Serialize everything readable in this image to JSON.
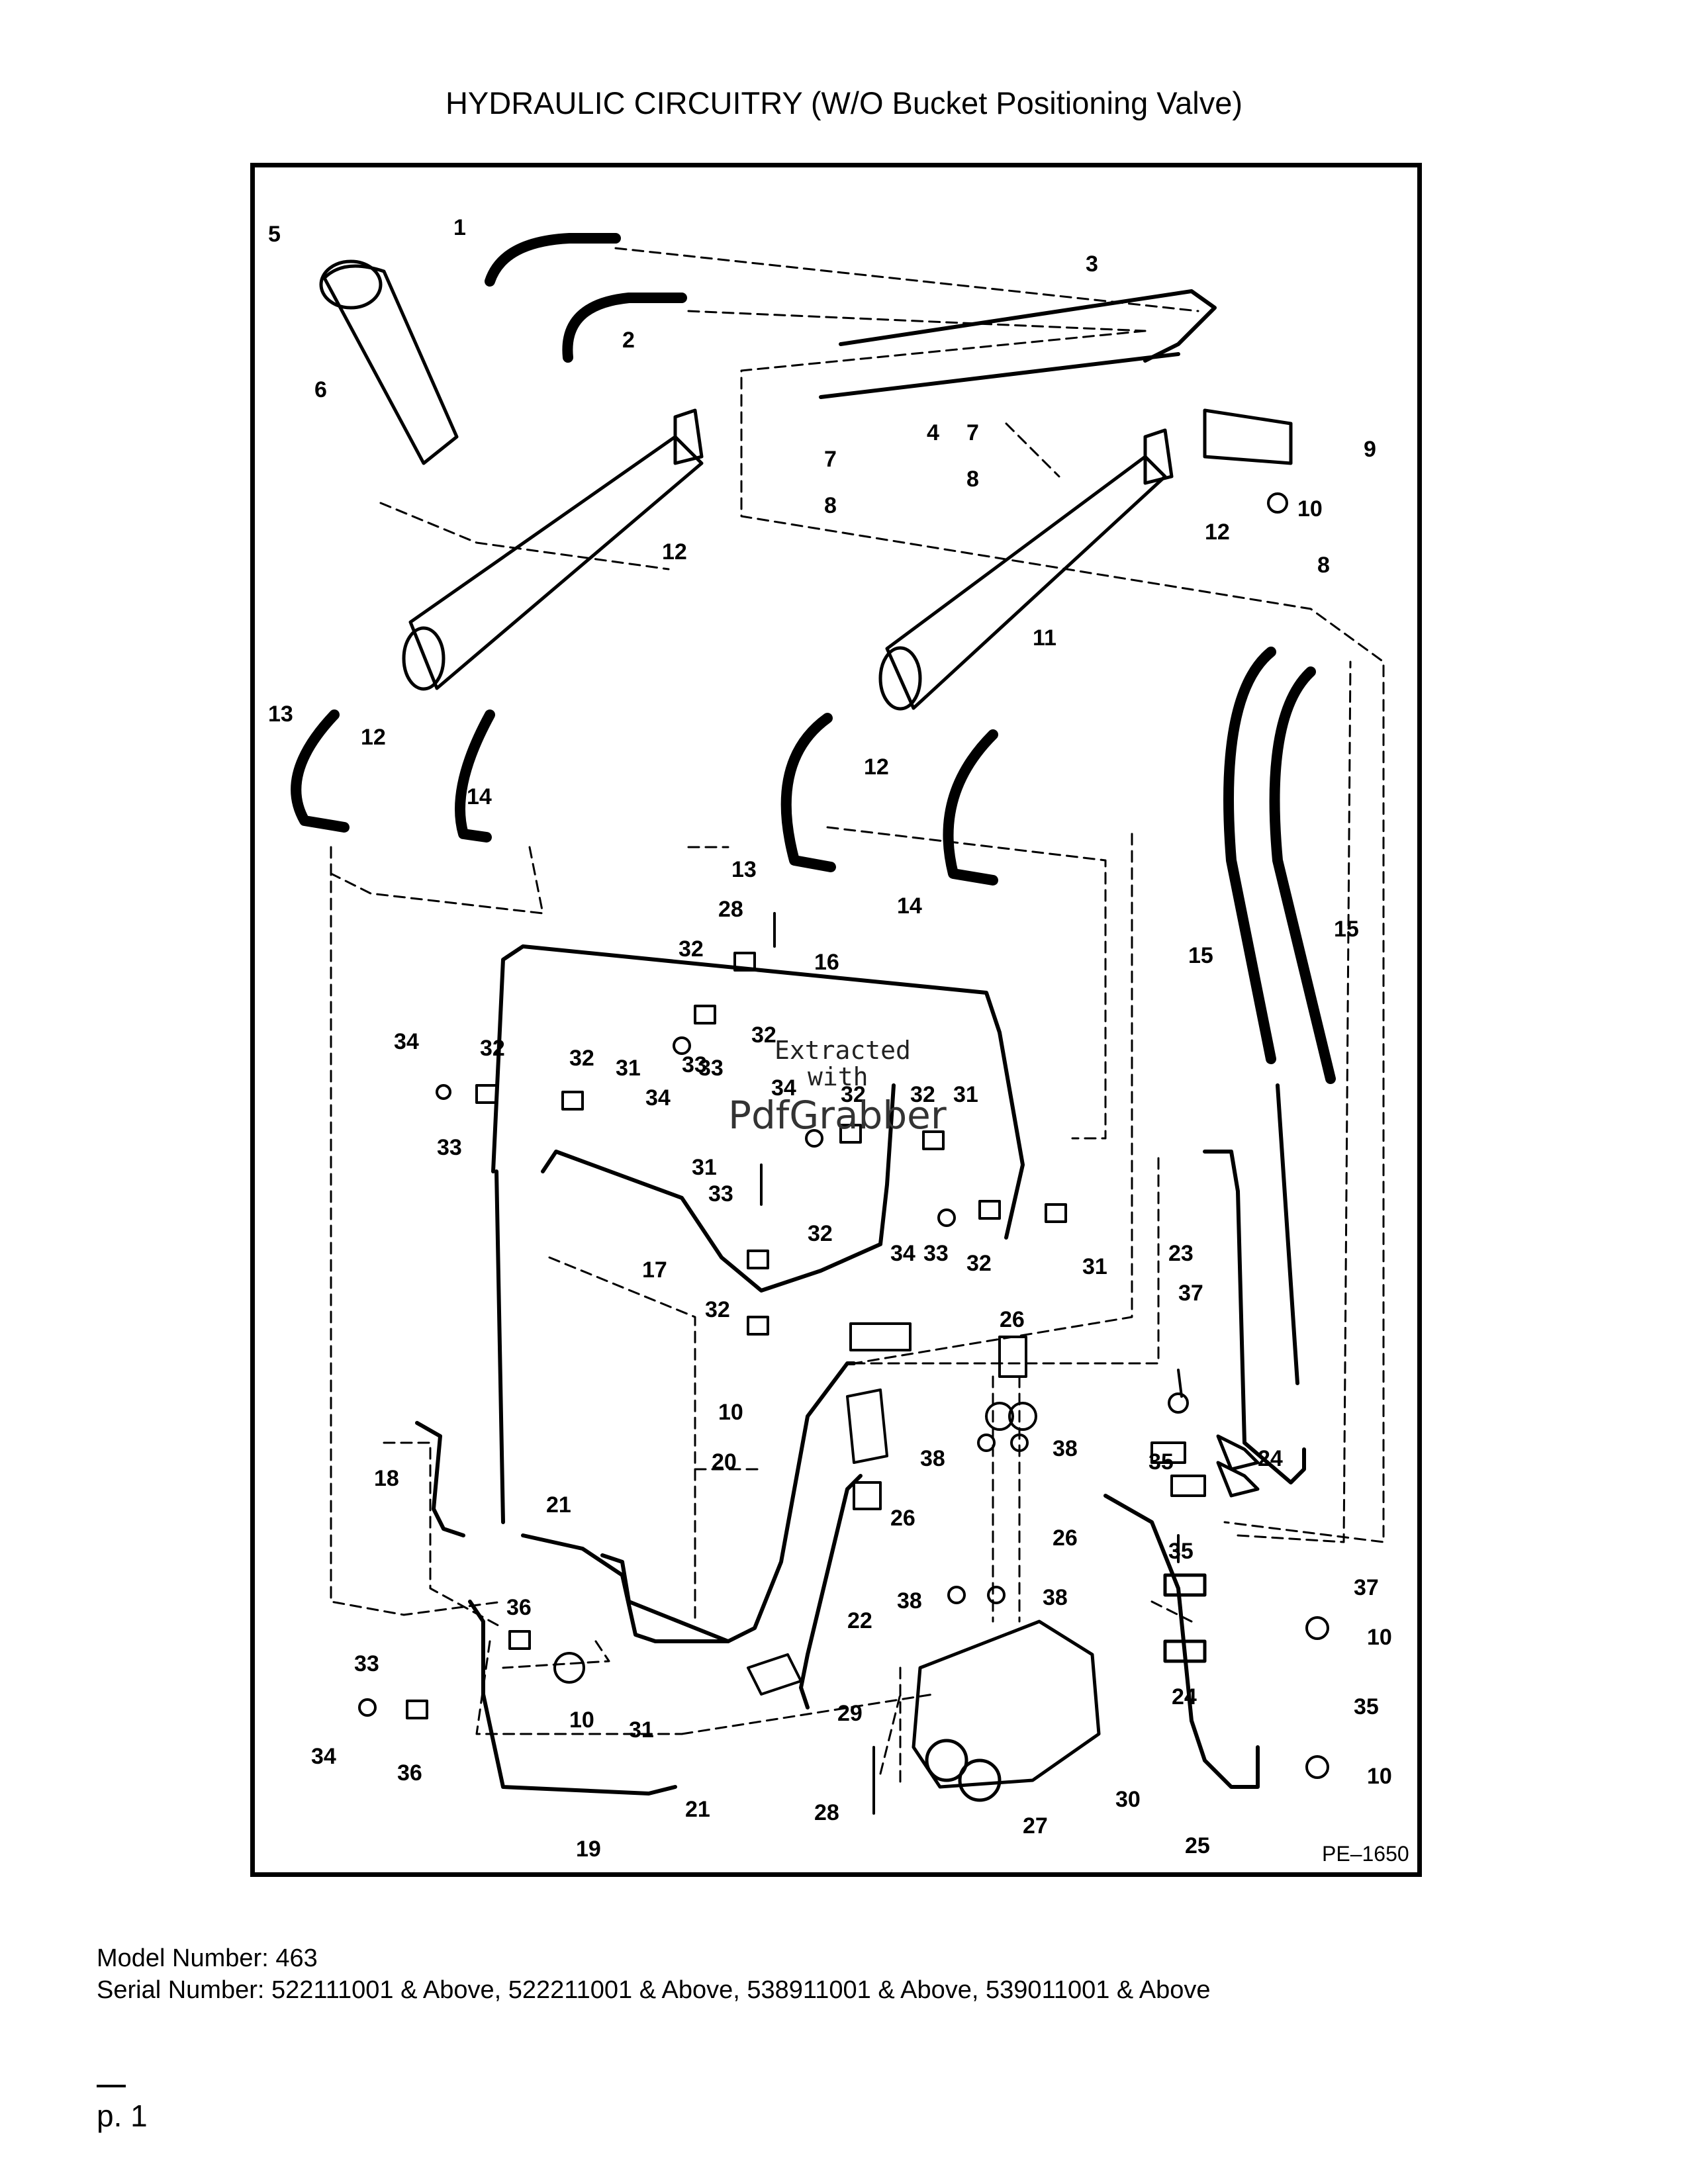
{
  "title": "HYDRAULIC CIRCUITRY (W/O Bucket Positioning Valve)",
  "diagram": {
    "reference_code": "PE–1650",
    "watermark": [
      "Extracted",
      "with",
      "PdfGrabber"
    ],
    "callouts": [
      {
        "label": "1"
      },
      {
        "label": "2"
      },
      {
        "label": "3"
      },
      {
        "label": "4"
      },
      {
        "label": "5"
      },
      {
        "label": "6"
      },
      {
        "label": "7"
      },
      {
        "label": "7"
      },
      {
        "label": "8"
      },
      {
        "label": "8"
      },
      {
        "label": "8"
      },
      {
        "label": "9"
      },
      {
        "label": "10"
      },
      {
        "label": "11"
      },
      {
        "label": "12"
      },
      {
        "label": "12"
      },
      {
        "label": "12"
      },
      {
        "label": "12"
      },
      {
        "label": "13"
      },
      {
        "label": "13"
      },
      {
        "label": "14"
      },
      {
        "label": "14"
      },
      {
        "label": "15"
      },
      {
        "label": "15"
      },
      {
        "label": "16"
      },
      {
        "label": "17"
      },
      {
        "label": "18"
      },
      {
        "label": "19"
      },
      {
        "label": "20"
      },
      {
        "label": "21"
      },
      {
        "label": "21"
      },
      {
        "label": "22"
      },
      {
        "label": "23"
      },
      {
        "label": "24"
      },
      {
        "label": "24"
      },
      {
        "label": "25"
      },
      {
        "label": "26"
      },
      {
        "label": "26"
      },
      {
        "label": "26"
      },
      {
        "label": "27"
      },
      {
        "label": "28"
      },
      {
        "label": "28"
      },
      {
        "label": "29"
      },
      {
        "label": "30"
      },
      {
        "label": "31"
      },
      {
        "label": "31"
      },
      {
        "label": "31"
      },
      {
        "label": "31"
      },
      {
        "label": "31"
      },
      {
        "label": "32"
      },
      {
        "label": "32"
      },
      {
        "label": "32"
      },
      {
        "label": "32"
      },
      {
        "label": "32"
      },
      {
        "label": "32"
      },
      {
        "label": "32"
      },
      {
        "label": "32"
      },
      {
        "label": "32"
      },
      {
        "label": "33"
      },
      {
        "label": "33"
      },
      {
        "label": "33"
      },
      {
        "label": "33"
      },
      {
        "label": "33"
      },
      {
        "label": "33"
      },
      {
        "label": "34"
      },
      {
        "label": "34"
      },
      {
        "label": "34"
      },
      {
        "label": "34"
      },
      {
        "label": "34"
      },
      {
        "label": "35"
      },
      {
        "label": "35"
      },
      {
        "label": "35"
      },
      {
        "label": "36"
      },
      {
        "label": "36"
      },
      {
        "label": "37"
      },
      {
        "label": "37"
      },
      {
        "label": "38"
      },
      {
        "label": "38"
      },
      {
        "label": "38"
      },
      {
        "label": "38"
      },
      {
        "label": "10"
      },
      {
        "label": "10"
      },
      {
        "label": "10"
      },
      {
        "label": "10"
      }
    ]
  },
  "footer": {
    "model": "Model Number: 463",
    "serial": "Serial Number: 522111001 & Above, 522211001 & Above, 538911001 & Above, 539011001 & Above"
  },
  "page_number": "p. 1"
}
